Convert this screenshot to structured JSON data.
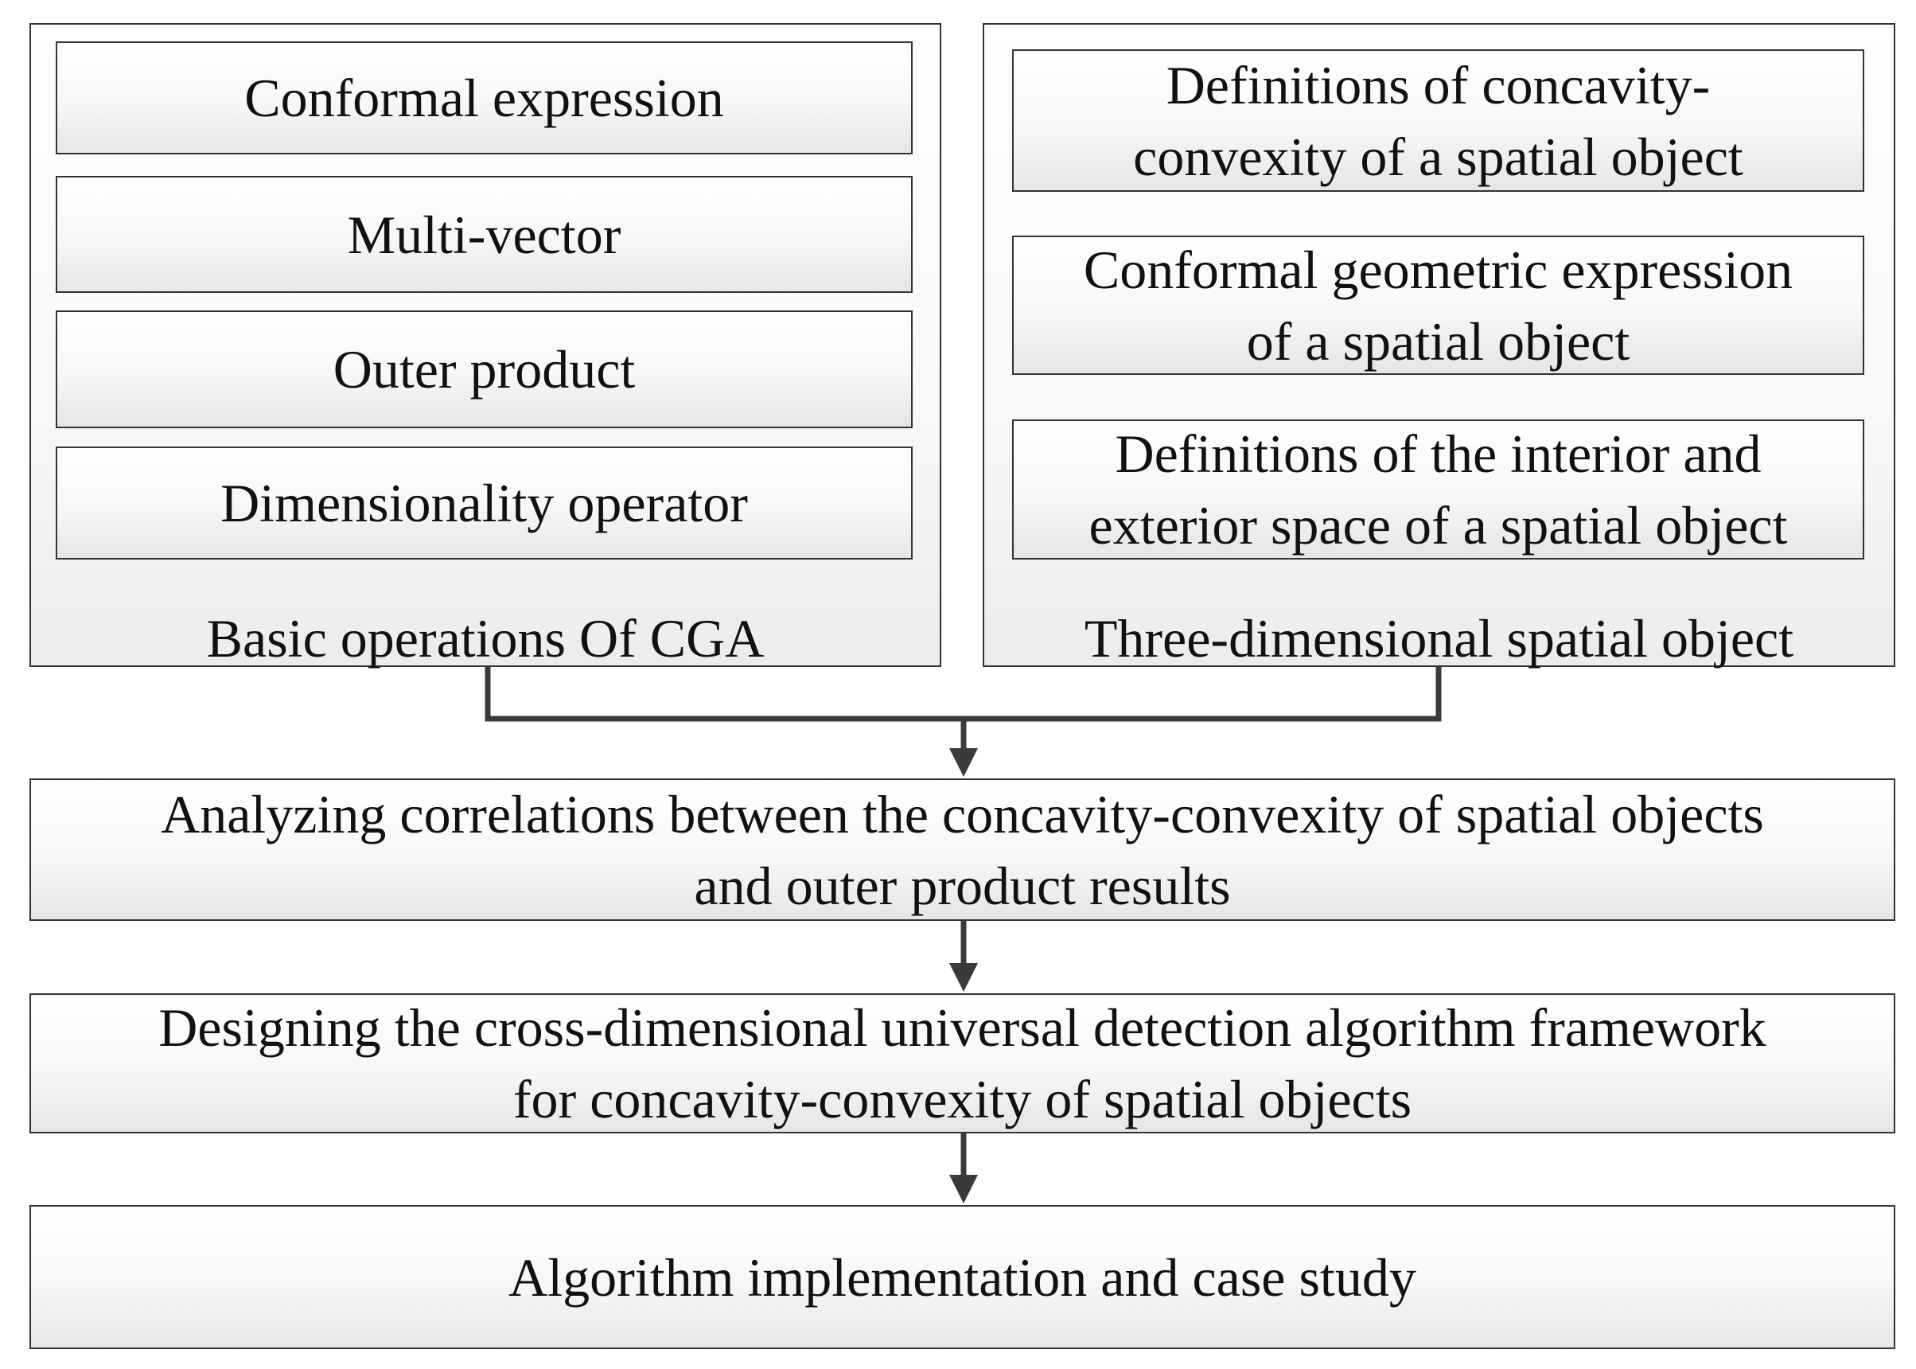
{
  "left_group": {
    "items": [
      "Conformal expression",
      "Multi-vector",
      "Outer product",
      "Dimensionality operator"
    ],
    "label": "Basic operations Of CGA"
  },
  "right_group": {
    "items": [
      [
        "Definitions of concavity-",
        "convexity of a spatial object"
      ],
      [
        "Conformal geometric expression",
        "of a spatial object"
      ],
      [
        "Definitions of the interior and",
        "exterior space of a spatial object"
      ]
    ],
    "label": "Three-dimensional spatial object"
  },
  "steps": [
    [
      "Analyzing correlations between the concavity-convexity of spatial objects",
      "and outer product results"
    ],
    [
      "Designing the cross-dimensional universal detection algorithm framework",
      "for concavity-convexity of spatial objects"
    ],
    [
      "Algorithm implementation and case study"
    ]
  ]
}
